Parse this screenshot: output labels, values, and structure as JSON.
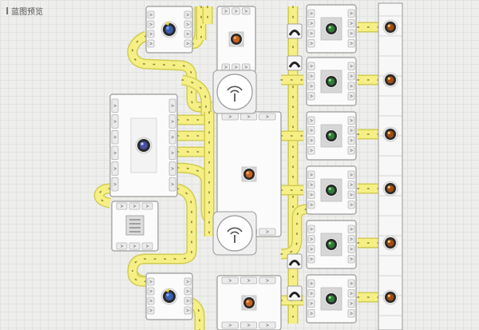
{
  "page": {
    "title": "蓝图预览"
  },
  "colors": {
    "belt": "#f5ef86",
    "belt_edge": "#d2cc52",
    "machine_fill": "#fbfbfb",
    "machine_edge": "#9a9a9a",
    "port_fill": "#ececec",
    "accent_blue": "#3a5fb0",
    "accent_orange": "#c8641e",
    "accent_green": "#2f7d39"
  },
  "buildings": [
    {
      "kind": "refiner",
      "icon": "blue-vial-icon"
    },
    {
      "kind": "refiner",
      "icon": "blue-vial-icon"
    },
    {
      "kind": "assembler",
      "icon": "ore-cluster-icon"
    },
    {
      "kind": "assembler",
      "icon": "ore-cluster-icon"
    },
    {
      "kind": "assembler",
      "icon": "ore-cluster-icon"
    },
    {
      "kind": "hub",
      "icon": "crystal-icon"
    },
    {
      "kind": "splitter",
      "icon": "antenna-icon"
    },
    {
      "kind": "splitter",
      "icon": "antenna-icon"
    },
    {
      "kind": "storage",
      "icon": "storage-icon"
    },
    {
      "kind": "smelter",
      "icon": "green-ore-icon"
    },
    {
      "kind": "output",
      "icon": "rich-ore-icon"
    }
  ]
}
